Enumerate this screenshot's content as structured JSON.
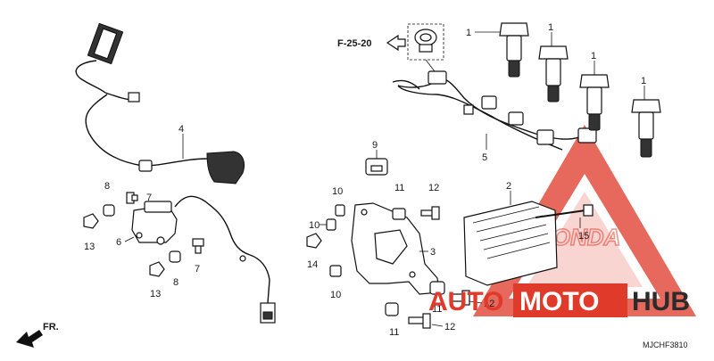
{
  "diagram": {
    "reference_label": "F-25-20",
    "drawing_code": "MJCHF3810",
    "front_label": "FR.",
    "callouts": {
      "c1a": "1",
      "c1b": "1",
      "c1c": "1",
      "c1d": "1",
      "c2": "2",
      "c3": "3",
      "c4": "4",
      "c5": "5",
      "c6": "6",
      "c7a": "7",
      "c7b": "7",
      "c8a": "8",
      "c8b": "8",
      "c9": "9",
      "c10a": "10",
      "c10b": "10",
      "c10c": "10",
      "c11a": "11",
      "c11b": "11",
      "c11c": "11",
      "c12a": "12",
      "c12b": "12",
      "c12c": "12",
      "c13a": "13",
      "c13b": "13",
      "c14": "14",
      "c15": "15"
    }
  },
  "watermark": {
    "brand_left": "AUTO",
    "brand_mid": "MOTO",
    "brand_right": "HUB",
    "maker": "HONDA"
  },
  "colors": {
    "watermark_red": "#e03a2a",
    "watermark_dark": "#2b2b2b"
  }
}
